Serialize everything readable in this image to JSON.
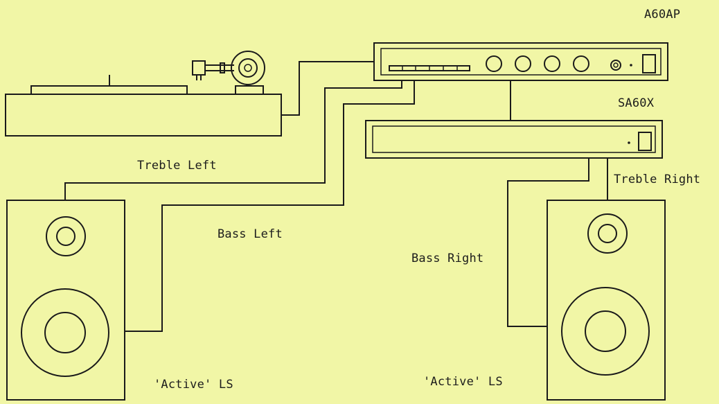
{
  "colors": {
    "background": "#f1f6a6",
    "ink": "#1a1a1a"
  },
  "labels": {
    "amplifier": "A60AP",
    "power_amp": "SA60X",
    "treble_left": "Treble Left",
    "bass_left": "Bass Left",
    "treble_right": "Treble Right",
    "bass_right": "Bass Right",
    "speaker_left": "'Active' LS",
    "speaker_right": "'Active' LS"
  }
}
